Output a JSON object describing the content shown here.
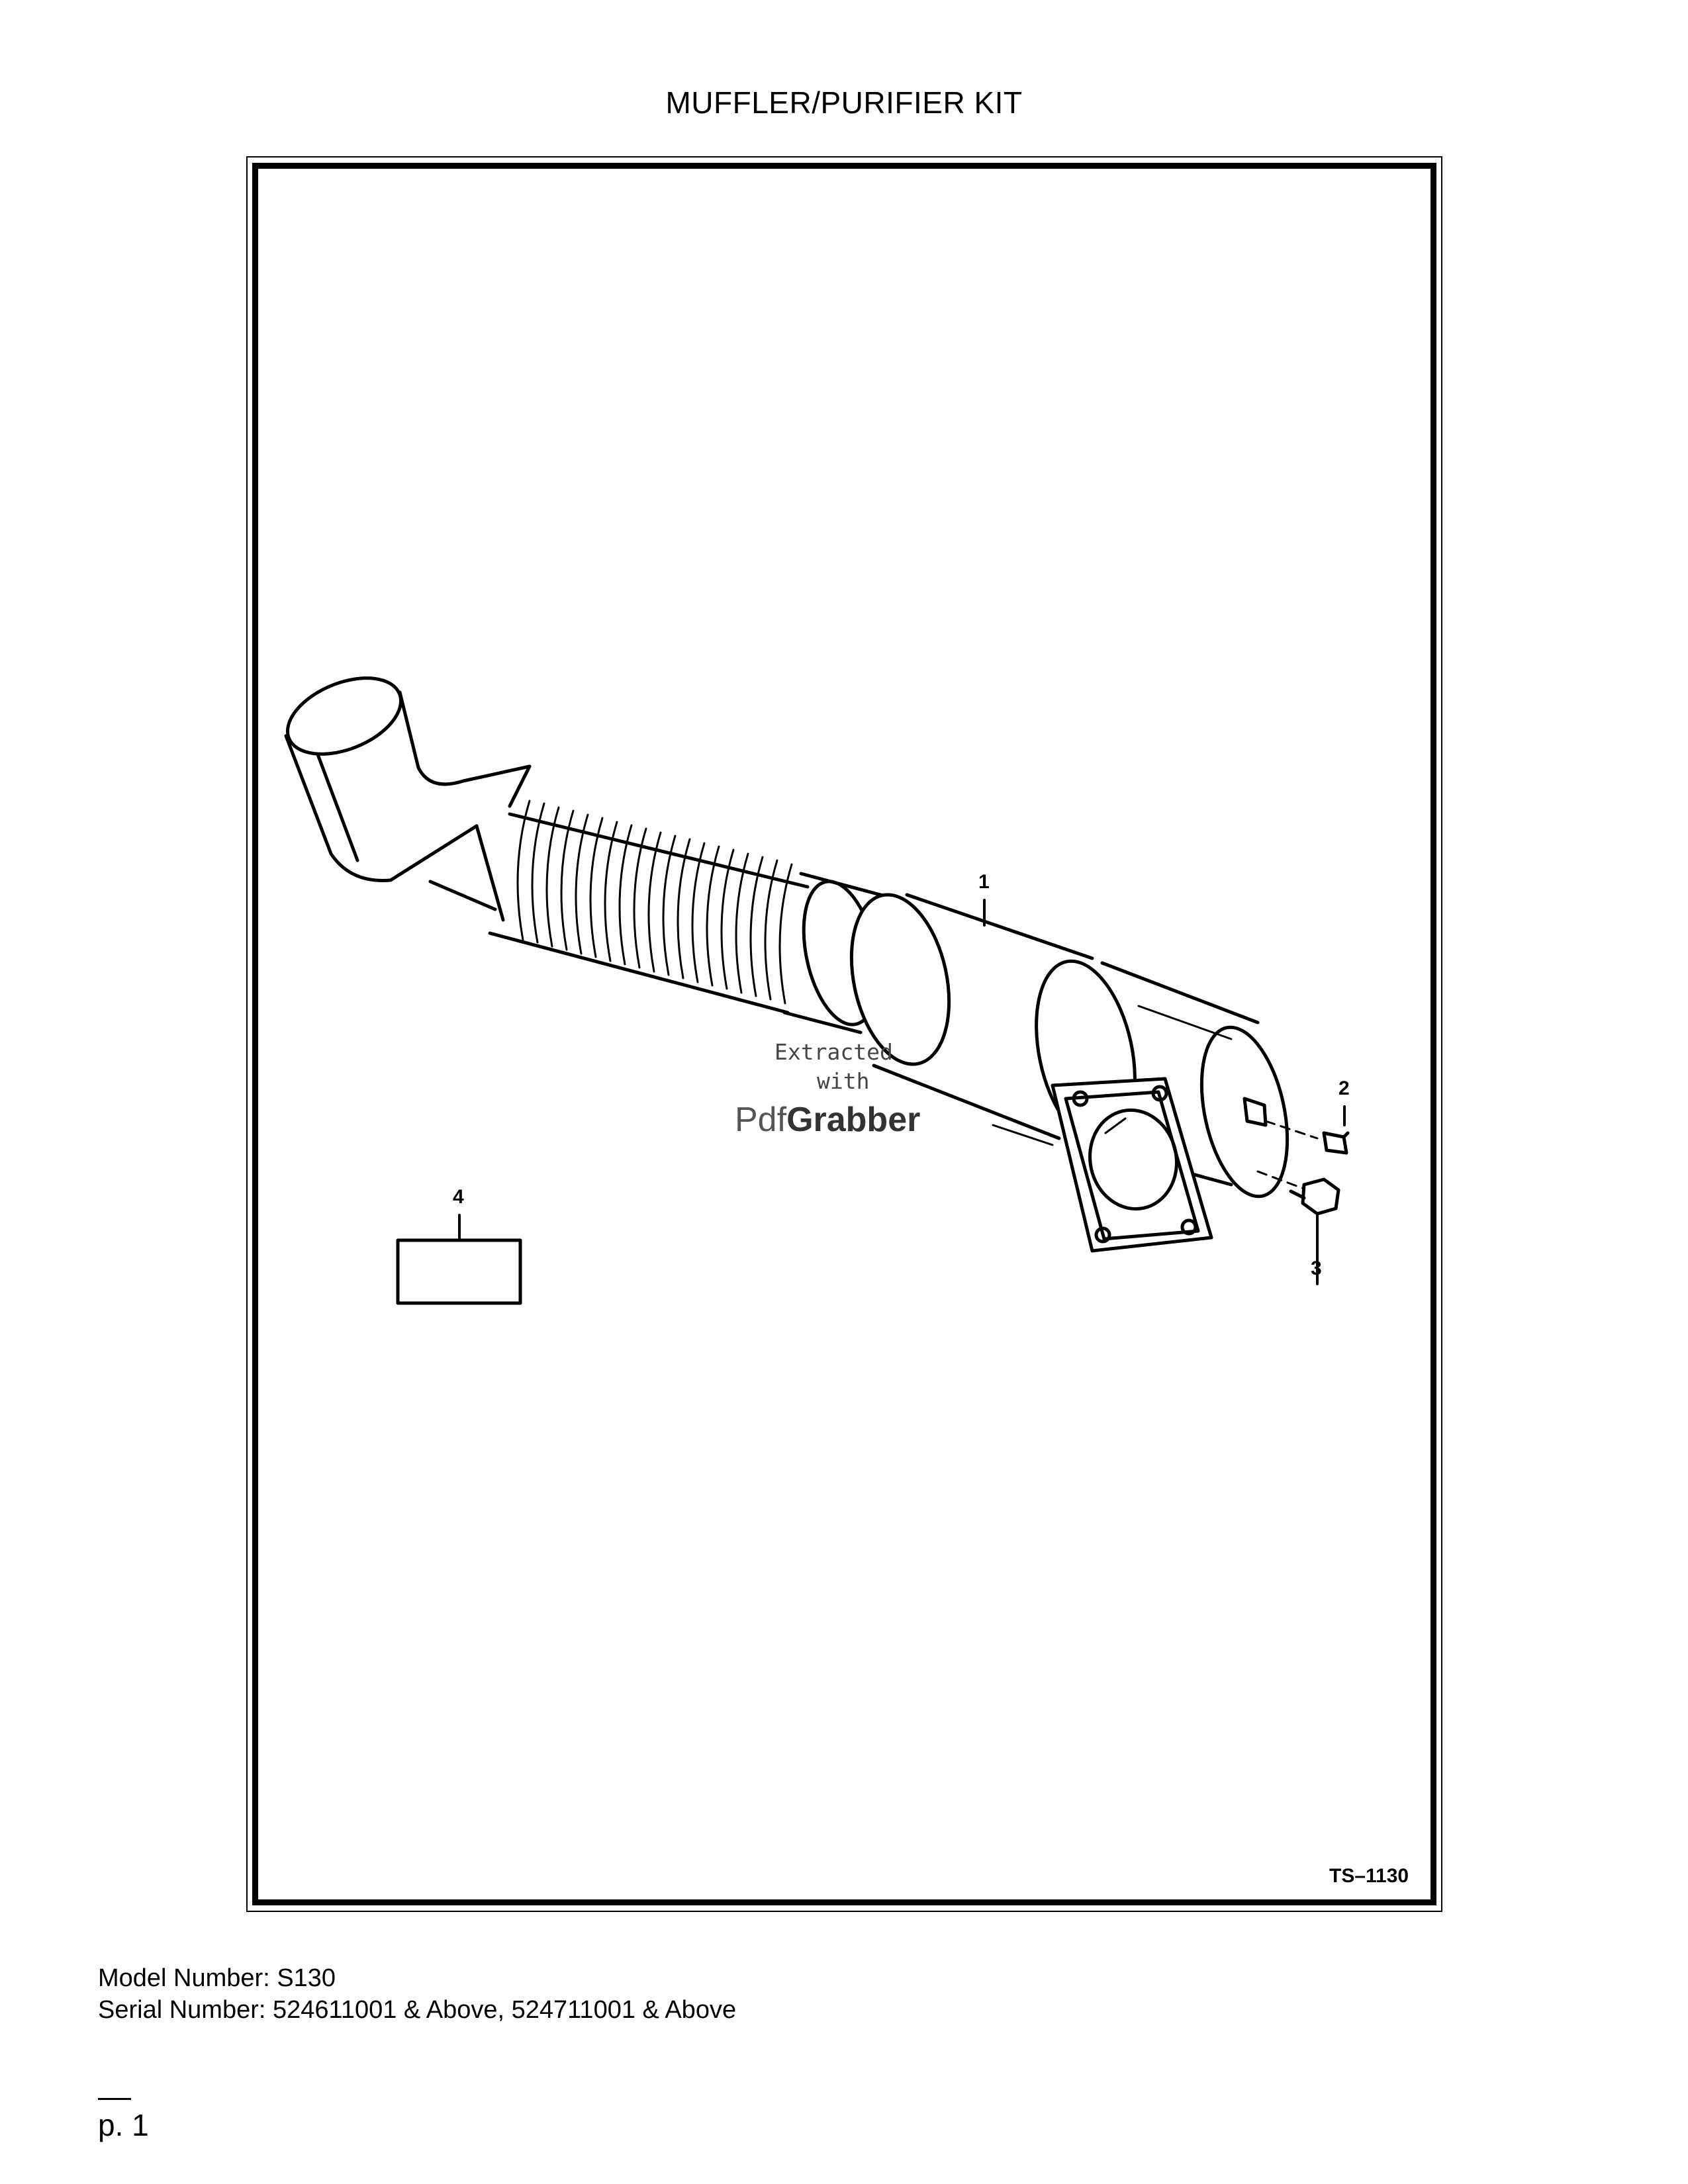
{
  "document": {
    "title": "MUFFLER/PURIFIER KIT",
    "figure_code": "TS–1130",
    "callouts": [
      "1",
      "2",
      "3",
      "4"
    ],
    "watermark": {
      "line1": "Extracted",
      "line2": "with",
      "brand_prefix": "Pdf",
      "brand_suffix": "Grabber"
    },
    "model_number": "Model Number: S130",
    "serial_number": "Serial Number: 524611001 & Above, 524711001 & Above",
    "page_number": "p. 1"
  }
}
